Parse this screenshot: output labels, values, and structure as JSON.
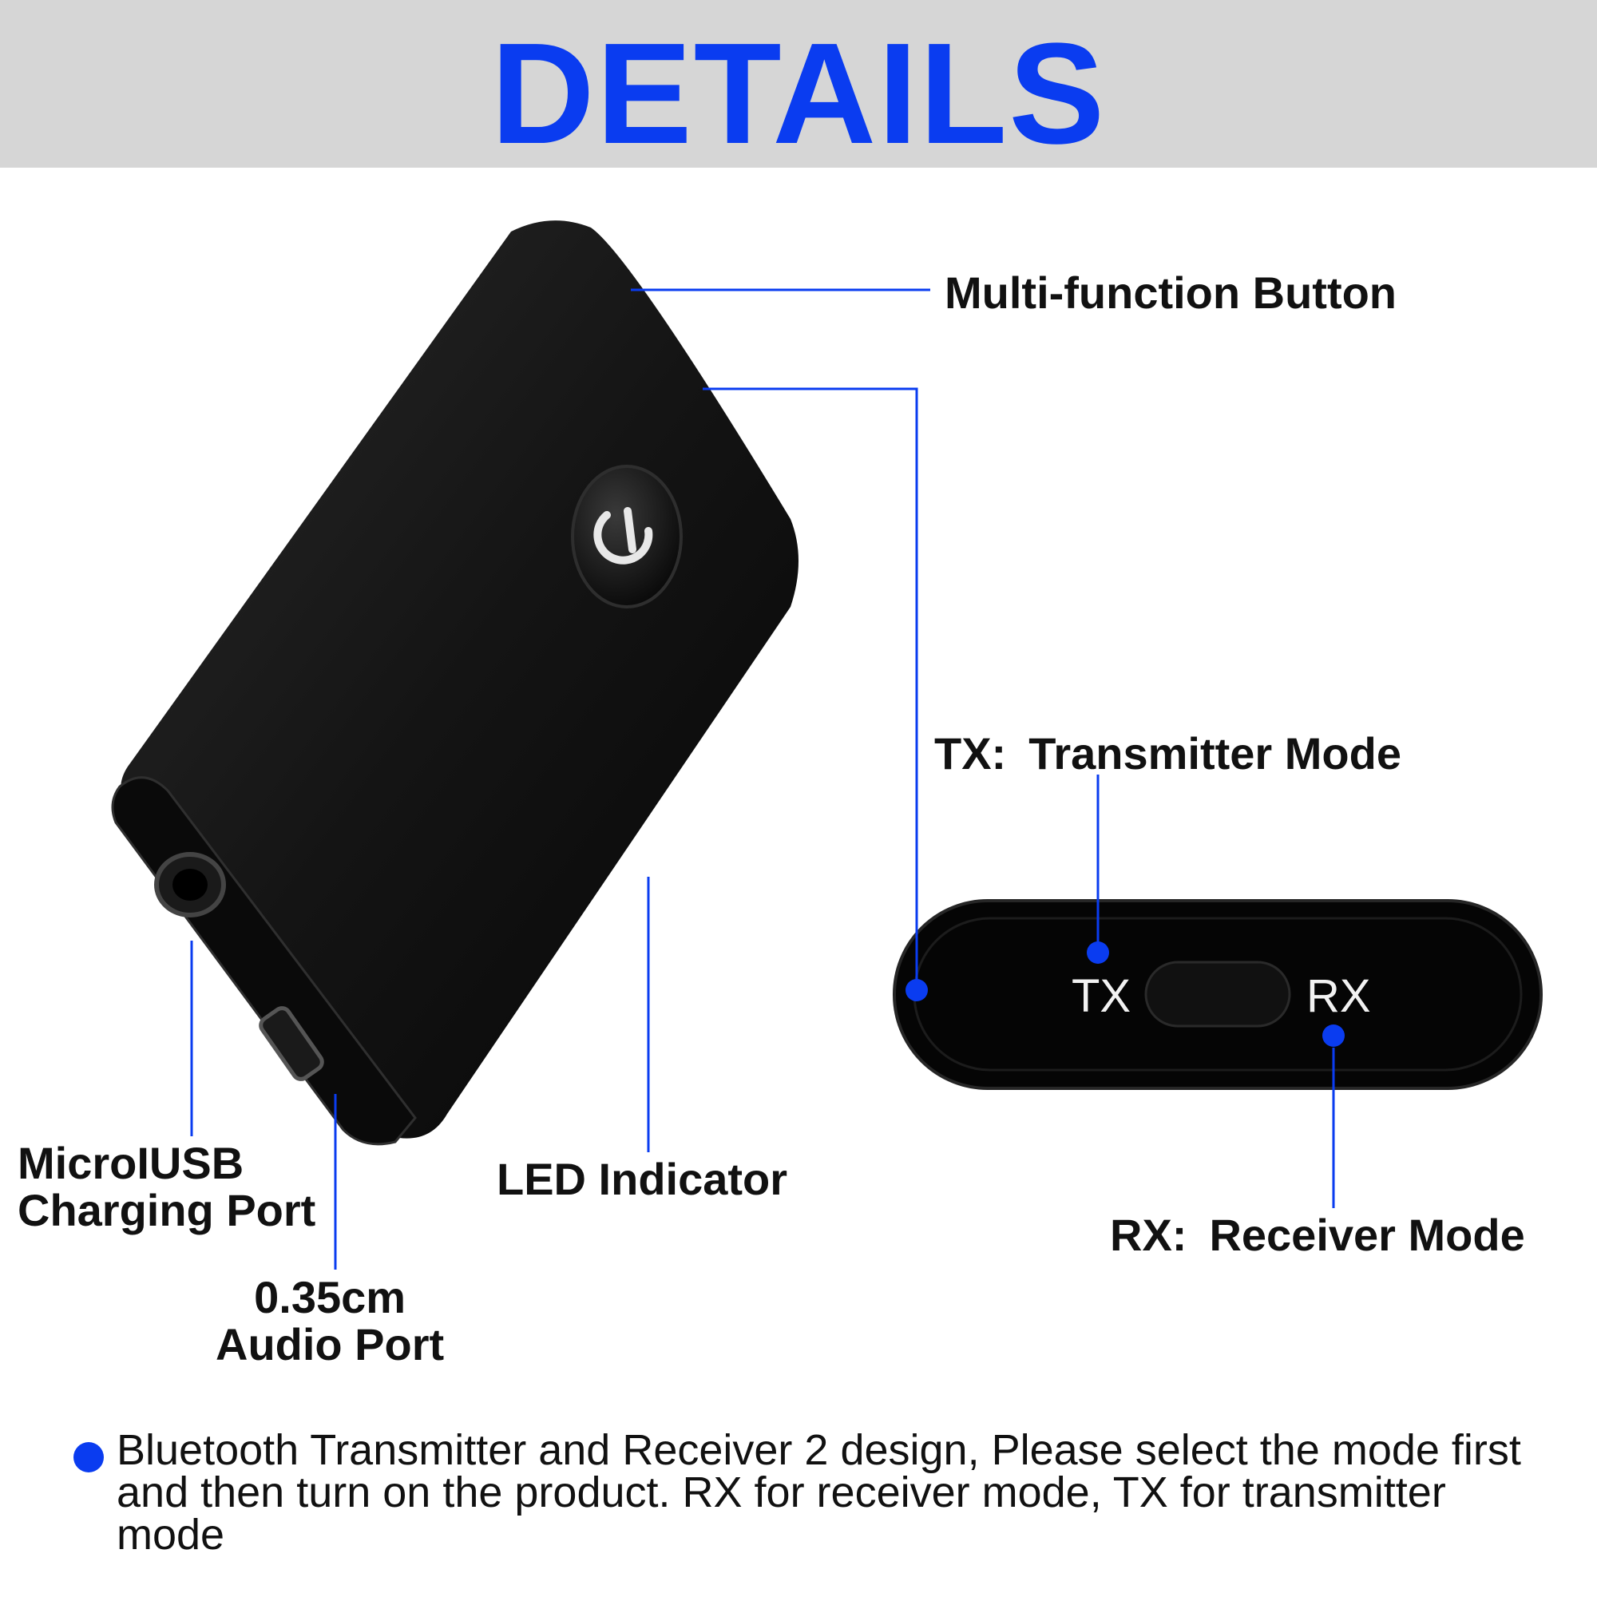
{
  "header": {
    "title": "DETAILS"
  },
  "labels": {
    "multifunction_button": "Multi-function Button",
    "tx_tag": "TX:",
    "tx_mode": "Transmitter Mode",
    "rx_tag": "RX:",
    "rx_mode": "Receiver Mode",
    "usb_line1": "MicroIUSB",
    "usb_line2": "Charging Port",
    "audio_line1": "0.35cm",
    "audio_line2": "Audio Port",
    "led": "LED Indicator"
  },
  "switch_panel": {
    "tx": "TX",
    "rx": "RX"
  },
  "note": "Bluetooth Transmitter and Receiver 2 design, Please select the mode first and  then turn on the product. RX for receiver mode, TX for transmitter mode",
  "icons": {
    "button": "power-icon"
  },
  "colors": {
    "accent": "#0a3cf0",
    "header_bg": "#d6d6d6",
    "device": "#0b0b0b"
  }
}
